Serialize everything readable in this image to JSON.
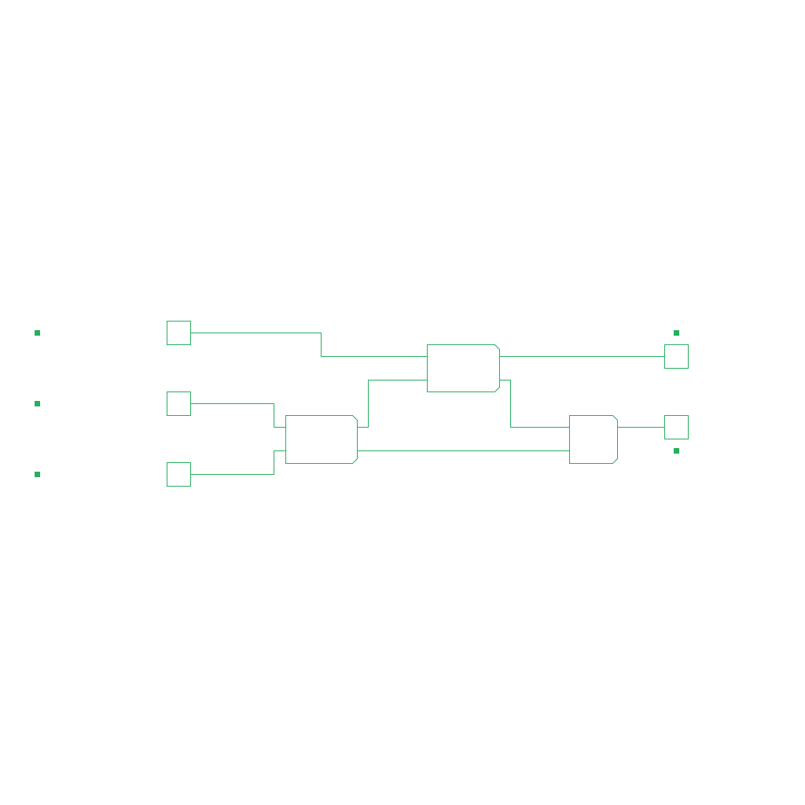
{
  "diagram": {
    "type": "logic-circuit",
    "colors": {
      "stroke": "#27ae60",
      "marker": "#27ae60",
      "background": "#ffffff"
    },
    "inputs": [
      {
        "id": "in-1"
      },
      {
        "id": "in-2"
      },
      {
        "id": "in-3"
      }
    ],
    "gates": [
      {
        "id": "gate-1"
      },
      {
        "id": "gate-2"
      },
      {
        "id": "gate-3"
      }
    ],
    "outputs": [
      {
        "id": "out-1"
      },
      {
        "id": "out-2"
      }
    ],
    "connections": [
      {
        "from": "in-1",
        "to": "gate-2"
      },
      {
        "from": "in-2",
        "to": "gate-1"
      },
      {
        "from": "in-3",
        "to": "gate-1"
      },
      {
        "from": "gate-1",
        "to": "gate-2"
      },
      {
        "from": "gate-1",
        "to": "gate-3"
      },
      {
        "from": "gate-2",
        "to": "out-1"
      },
      {
        "from": "gate-2",
        "to": "gate-3"
      },
      {
        "from": "gate-3",
        "to": "out-2"
      }
    ]
  }
}
